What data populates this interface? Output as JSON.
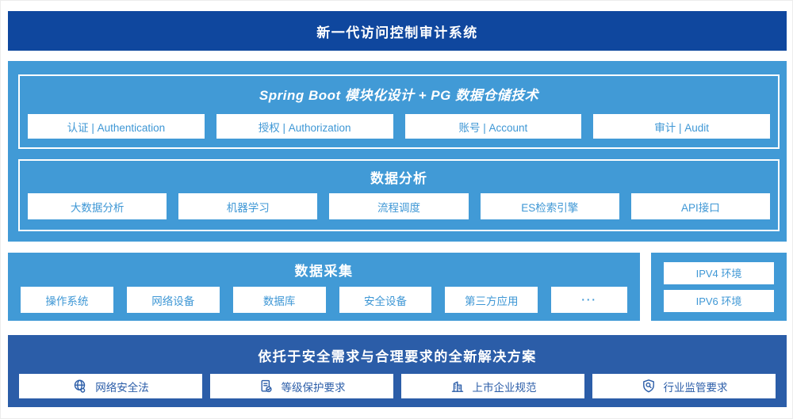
{
  "banner": {
    "title": "新一代访问控制审计系统"
  },
  "platform": {
    "title": "Spring Boot 模块化设计 + PG 数据仓储技术",
    "modules": [
      "认证 | Authentication",
      "授权 | Authorization",
      "账号 | Account",
      "审计 | Audit"
    ],
    "analysis": {
      "title": "数据分析",
      "items": [
        "大数据分析",
        "机器学习",
        "流程调度",
        "ES检索引擎",
        "API接口"
      ]
    }
  },
  "collection": {
    "title": "数据采集",
    "sources": [
      "操作系统",
      "网络设备",
      "数据库",
      "安全设备",
      "第三方应用",
      "···"
    ],
    "environments": [
      "IPV4 环境",
      "IPV6 环境"
    ]
  },
  "solution": {
    "title": "依托于安全需求与合理要求的全新解决方案",
    "items": [
      {
        "icon": "globe-icon",
        "label": "网络安全法"
      },
      {
        "icon": "document-check-icon",
        "label": "等级保护要求"
      },
      {
        "icon": "building-icon",
        "label": "上市企业规范"
      },
      {
        "icon": "shield-search-icon",
        "label": "行业监管要求"
      }
    ]
  },
  "colors": {
    "banner_blue": "#0F479E",
    "sky_blue": "#419AD6",
    "dark_blue": "#2B5DA8",
    "box_text_blue": "#3E97D5",
    "box_background": "#FFFFFF"
  }
}
